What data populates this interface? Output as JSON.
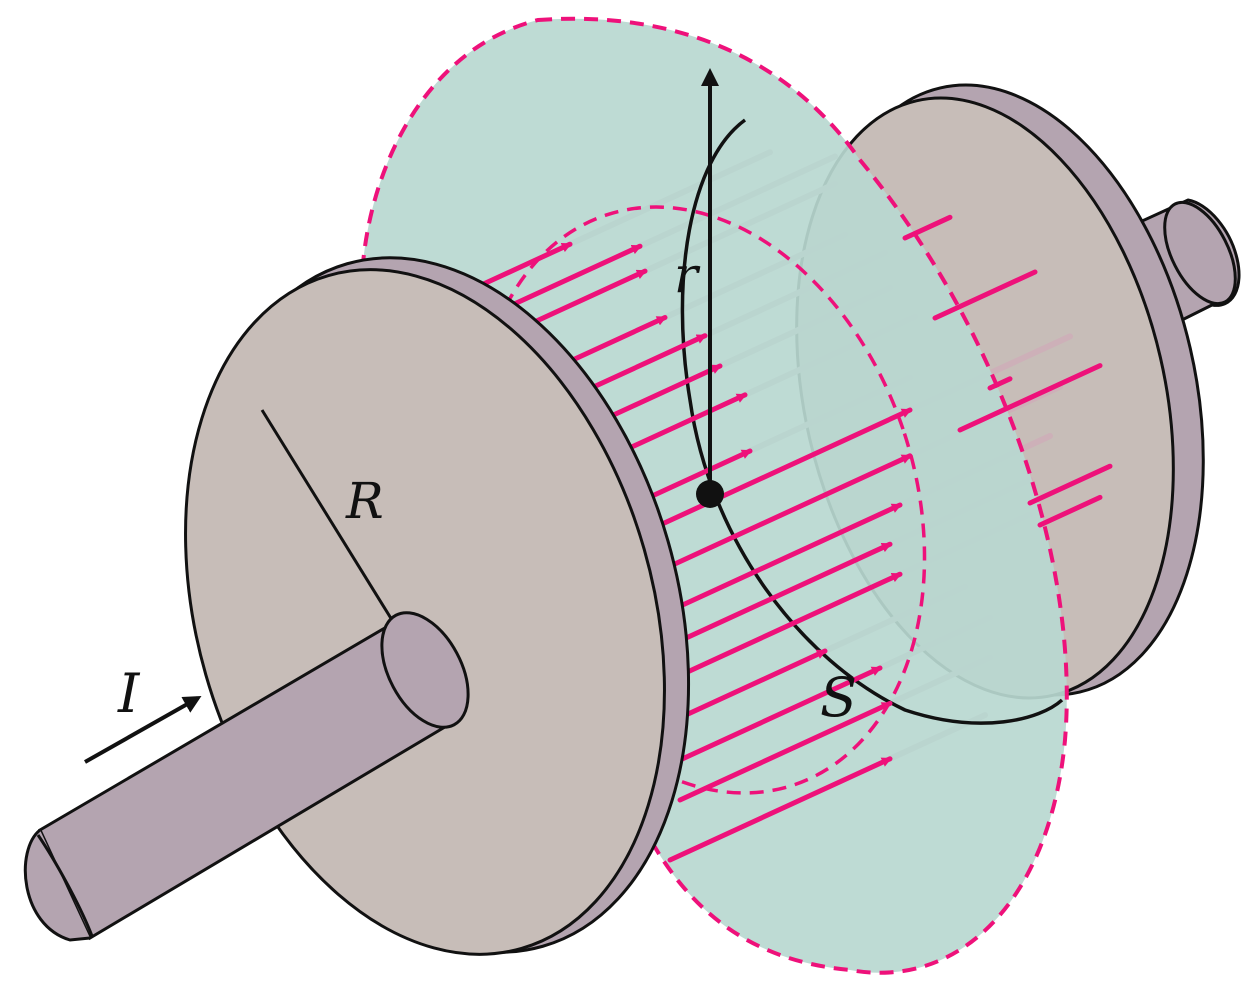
{
  "labels": {
    "current": "I",
    "plate_radius": "R",
    "loop_radius": "r",
    "surface": "S"
  },
  "colors": {
    "plate_face": "#c7bdb8",
    "plate_rim": "#b4a4b0",
    "wire": "#b4a4b0",
    "surface_fill": "#b9d8d0",
    "field_lines": "#ee117a",
    "field_lines_behind": "#cdb0b8",
    "outline": "#111111"
  },
  "icons": [
    "current-arrow-icon",
    "field-arrow-icon"
  ]
}
